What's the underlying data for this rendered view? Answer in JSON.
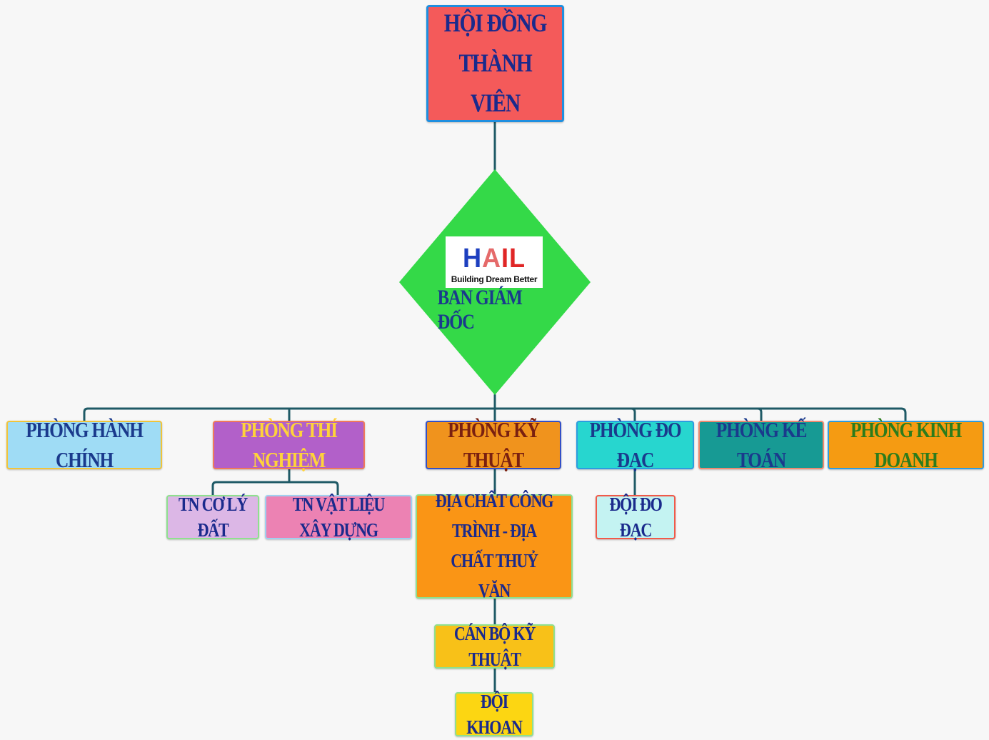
{
  "board": {
    "label": "HỘI ĐỒNG\nTHÀNH VIÊN"
  },
  "directors": {
    "logo_letters_blue": "H",
    "logo_letters_mid": "A",
    "logo_letters_red": "IL",
    "logo_tagline": "Building Dream Better",
    "label": "BAN GIÁM ĐỐC"
  },
  "departments": {
    "hanh_chinh": "PHÒNG HÀNH CHÍNH",
    "thi_nghiem": "PHÒNG THÍ NGHIỆM",
    "ky_thuat": "PHÒNG KỸ THUẬT",
    "do_dac": "PHÒNG ĐO ĐẠC",
    "ke_toan": "PHÒNG KẾ TOÁN",
    "kinh_doanh": "PHÒNG KINH DOANH"
  },
  "units": {
    "tn_co_ly_dat": "TN CƠ LÝ ĐẤT",
    "tn_vat_lieu": "TN VẬT LIỆU XÂY DỰNG",
    "dia_chat": "ĐỊA CHẤT CÔNG\nTRÌNH - ĐỊA CHẤT THUỶ\nVĂN",
    "doi_do_dac": "ĐỘI ĐO ĐẠC",
    "can_bo_ky_thuat": "CÁN BỘ KỸ THUẬT",
    "doi_khoan": "ĐỘI KHOAN"
  },
  "colors": {
    "connector": "#1f5a66",
    "diamond": "#34d948",
    "board_fill": "#f45a5a"
  }
}
